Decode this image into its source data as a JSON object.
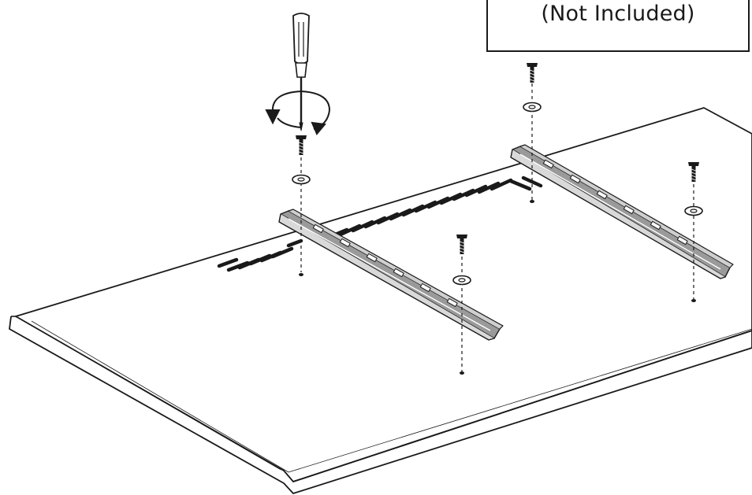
{
  "callout": {
    "text": "(Not Included)"
  },
  "colors": {
    "line": "#1a1a1a",
    "background": "#ffffff",
    "metal": "#7a7a7a"
  },
  "icons": {
    "screwdriver": "screwdriver-icon",
    "rotation": "rotation-arrow-icon",
    "screw": "screw-icon",
    "washer": "washer-icon",
    "bracket": "mounting-bracket",
    "tv": "tv-back-panel"
  }
}
